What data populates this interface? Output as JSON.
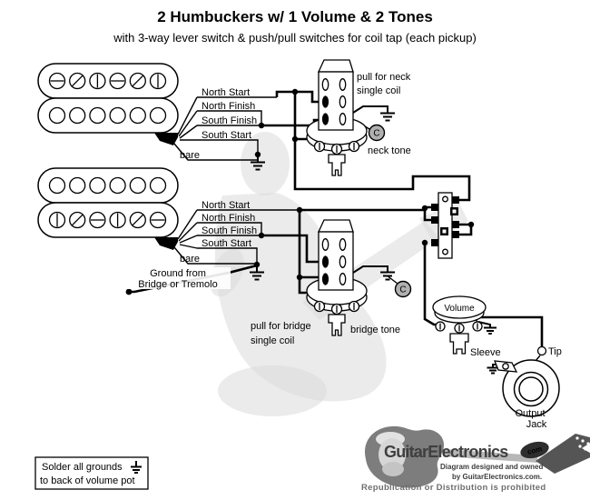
{
  "title": "2 Humbuckers w/ 1 Volume & 2 Tones",
  "subtitle": "with 3-way lever switch & push/pull switches for coil tap (each pickup)",
  "neck": {
    "wires": [
      "North Start",
      "North Finish",
      "South Finish",
      "South Start",
      "bare"
    ],
    "pull_line1": "pull for neck",
    "pull_line2": "single coil",
    "tone": "neck tone",
    "cap": "C"
  },
  "bridge": {
    "wires": [
      "North Start",
      "North Finish",
      "South Finish",
      "South Start",
      "bare"
    ],
    "pull_line1": "pull for bridge",
    "pull_line2": "single coil",
    "tone": "bridge tone",
    "cap": "C",
    "ground_line1": "Ground from",
    "ground_line2": "Bridge or Tremolo"
  },
  "volume": {
    "label": "Volume"
  },
  "jack": {
    "sleeve": "Sleeve",
    "tip": "Tip",
    "caption_line1": "Output",
    "caption_line2": "Jack"
  },
  "note": {
    "line1": "Solder all grounds",
    "line2": "to back of volume pot"
  },
  "logo": {
    "brand": "GuitarElectronics",
    "badge": "com",
    "credit1": "Diagram designed and owned",
    "credit2": "by GuitarElectronics.com.",
    "credit3": "Republication or Distribution is prohibited"
  },
  "colors": {
    "wire": "#000000",
    "capacitor_fill": "#b0b0b0",
    "logo_gray": "#3f3f3f"
  }
}
